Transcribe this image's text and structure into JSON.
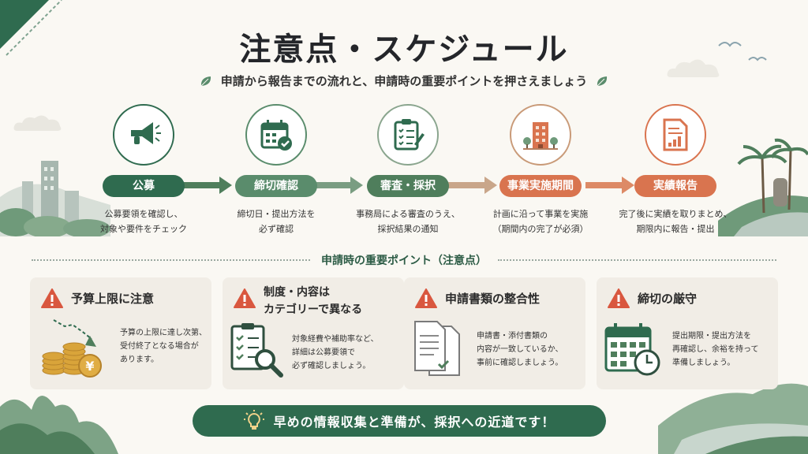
{
  "title": "注意点・スケジュール",
  "subtitle": "申請から報告までの流れと、申請時の重要ポイントを押さえましょう",
  "colors": {
    "green_dark": "#2f6b4f",
    "green": "#5a8c6c",
    "sage": "#8aa58e",
    "tan": "#c99a78",
    "orange": "#d9744f",
    "warning_red": "#d9573f",
    "card_bg": "#f1ede6"
  },
  "steps": [
    {
      "label": "公募",
      "icon": "megaphone-icon",
      "desc_line1": "公募要領を確認し、",
      "desc_line2": "対象や要件をチェック"
    },
    {
      "label": "締切確認",
      "icon": "calendar-check-icon",
      "desc_line1": "締切日・提出方法を",
      "desc_line2": "必ず確認"
    },
    {
      "label": "審査・採択",
      "icon": "clipboard-checklist-icon",
      "desc_line1": "事務局による審査のうえ、",
      "desc_line2": "採択結果の通知"
    },
    {
      "label": "事業実施期間",
      "icon": "building-icon",
      "desc_line1": "計画に沿って事業を実施",
      "desc_line2": "（期間内の完了が必須）"
    },
    {
      "label": "実績報告",
      "icon": "report-document-icon",
      "desc_line1": "完了後に実績を取りまとめ、",
      "desc_line2": "期限内に報告・提出"
    }
  ],
  "section_heading": "申請時の重要ポイント（注意点）",
  "cards": [
    {
      "title_line1": "予算上限に注意",
      "title_line2": "",
      "icon": "coins-decline-icon",
      "text_line1": "予算の上限に達し次第、",
      "text_line2": "受付終了となる場合が",
      "text_line3": "あります。"
    },
    {
      "title_line1": "制度・内容は",
      "title_line2": "カテゴリーで異なる",
      "icon": "checklist-magnifier-icon",
      "text_line1": "対象経費や補助率など、",
      "text_line2": "詳細は公募要領で",
      "text_line3": "必ず確認しましょう。"
    },
    {
      "title_line1": "申請書類の整合性",
      "title_line2": "",
      "icon": "documents-check-icon",
      "text_line1": "申請書・添付書類の",
      "text_line2": "内容が一致しているか、",
      "text_line3": "事前に確認しましょう。"
    },
    {
      "title_line1": "締切の厳守",
      "title_line2": "",
      "icon": "calendar-clock-icon",
      "text_line1": "提出期限・提出方法を",
      "text_line2": "再確認し、余裕を持って",
      "text_line3": "準備しましょう。"
    }
  ],
  "banner": {
    "text": "早めの情報収集と準備が、採択への近道です！",
    "icon": "lightbulb-icon"
  }
}
